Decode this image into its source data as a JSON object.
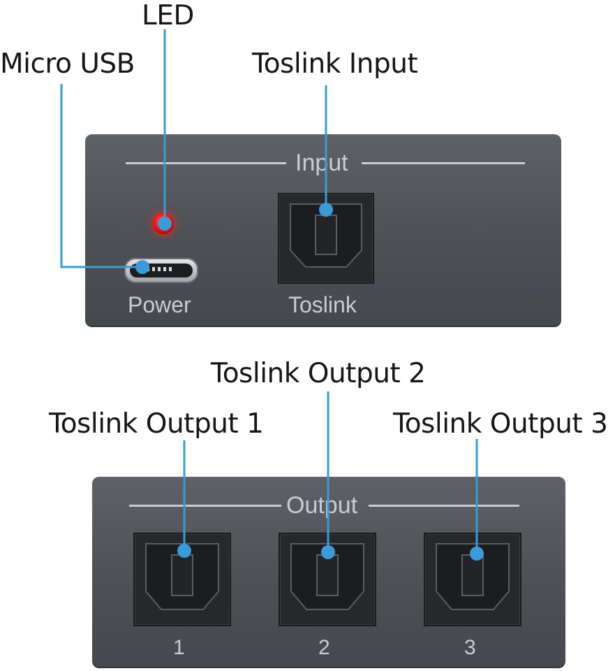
{
  "callouts": {
    "led": "LED",
    "micro_usb": "Micro USB",
    "toslink_input": "Toslink Input",
    "toslink_output_1": "Toslink Output 1",
    "toslink_output_2": "Toslink Output 2",
    "toslink_output_3": "Toslink Output 3"
  },
  "input_panel": {
    "title": "Input",
    "power_label": "Power",
    "toslink_label": "Toslink"
  },
  "output_panel": {
    "title": "Output",
    "port_1": "1",
    "port_2": "2",
    "port_3": "3"
  },
  "colors": {
    "leader_line": "#3a9bd8",
    "panel_body": "#4d5054",
    "led": "#ff1c1c",
    "label_text": "#161616"
  }
}
